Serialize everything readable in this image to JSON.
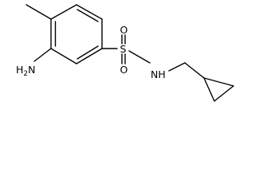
{
  "molecule": {
    "atoms": {
      "nh2": "H2N",
      "nh2_h": "H",
      "nh2_sub": "2",
      "nh2_n": "N",
      "o_top": "O",
      "o_bottom": "O",
      "s": "S",
      "nh_n": "N",
      "nh_h": "H"
    }
  },
  "colors": {
    "bond": "#000000",
    "text": "#000000",
    "background": "#ffffff"
  }
}
